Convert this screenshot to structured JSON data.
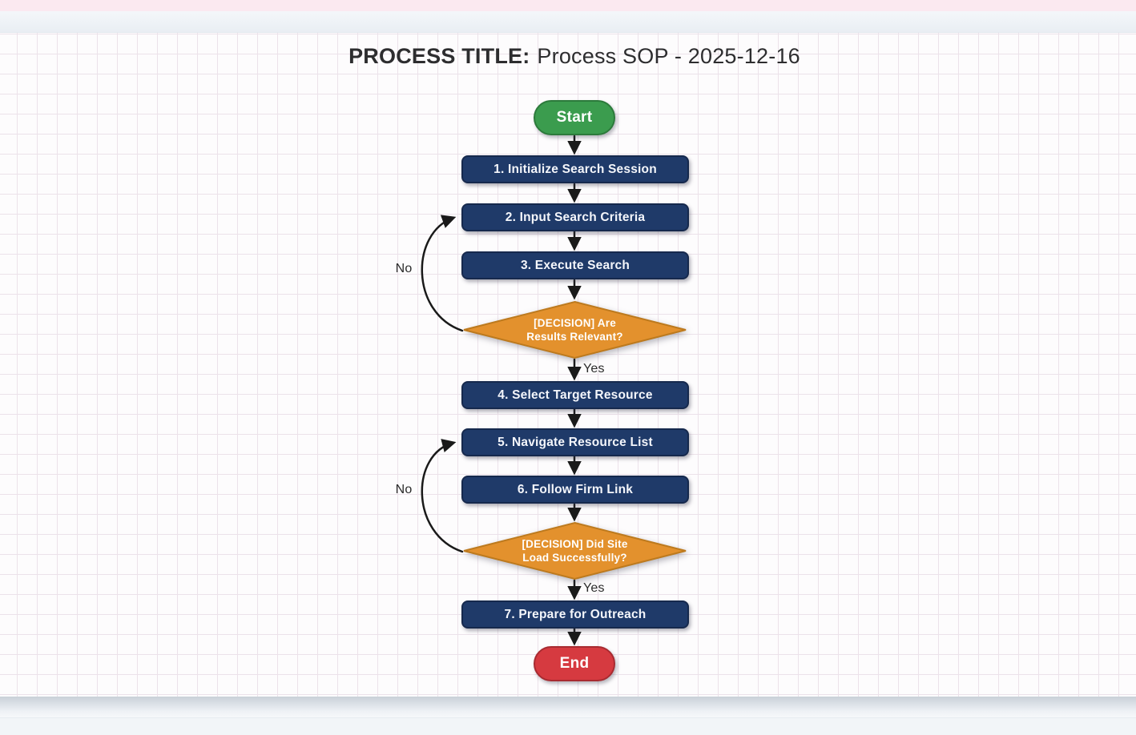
{
  "title": {
    "prefix": "PROCESS TITLE:",
    "text": "Process SOP - 2025-12-16"
  },
  "flowchart": {
    "start_label": "Start",
    "end_label": "End",
    "steps": [
      {
        "label": "1. Initialize Search Session"
      },
      {
        "label": "2. Input Search Criteria"
      },
      {
        "label": "3. Execute Search"
      },
      {
        "label": "4. Select Target Resource"
      },
      {
        "label": "5. Navigate Resource List"
      },
      {
        "label": "6. Follow Firm Link"
      },
      {
        "label": "7. Prepare for Outreach"
      }
    ],
    "decisions": [
      {
        "line1": "[DECISION] Are",
        "line2": "Results Relevant?",
        "yes_label": "Yes",
        "no_label": "No"
      },
      {
        "line1": "[DECISION] Did Site",
        "line2": "Load Successfully?",
        "yes_label": "Yes",
        "no_label": "No"
      }
    ],
    "colors": {
      "start_fill": "#3b9c4e",
      "end_fill": "#d63a40",
      "step_fill": "#1f3a69",
      "decision_fill": "#e3912d",
      "connector": "#1a1a1a",
      "grid_line": "#ece2ea",
      "top_strip": "#fbe9f0"
    }
  }
}
